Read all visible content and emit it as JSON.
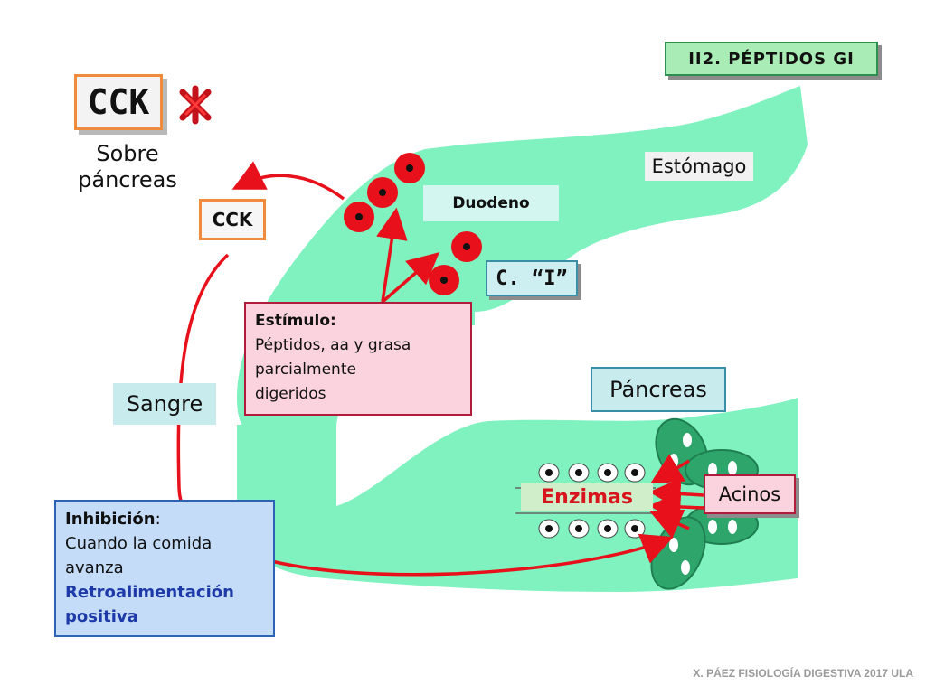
{
  "title": "II2. PÉPTIDOS GI",
  "hormone": "CCK",
  "target": {
    "line1": "Sobre",
    "line2": "páncreas"
  },
  "cck_secreted": "CCK",
  "stomach": "Estómago",
  "duodenum": "Duodeno",
  "i_cells": "C. “I”",
  "stimulus": {
    "title": "Estímulo:",
    "lines": [
      "Péptidos, aa y grasa",
      "parcialmente",
      "digeridos"
    ]
  },
  "blood": "Sangre",
  "pancreas": "Páncreas",
  "acini": "Acinos",
  "enzymes": "Enzimas",
  "inhibition": {
    "title": "Inhibición",
    "colon": ":",
    "lines": [
      "Cuando la comida",
      "avanza"
    ],
    "feedback": "Retroalimentación",
    "feedback2": "positiva"
  },
  "footer": "X. PÁEZ   FISIOLOGÍA DIGESTIVA 2017   ULA",
  "colors": {
    "tissue": "#7ff2c0",
    "acinus": "#2ea56b",
    "i_cell": "#e8101a",
    "arrow": "#e8101a",
    "cck_border": "#f08a3c"
  },
  "icons": [
    "star-icon"
  ]
}
